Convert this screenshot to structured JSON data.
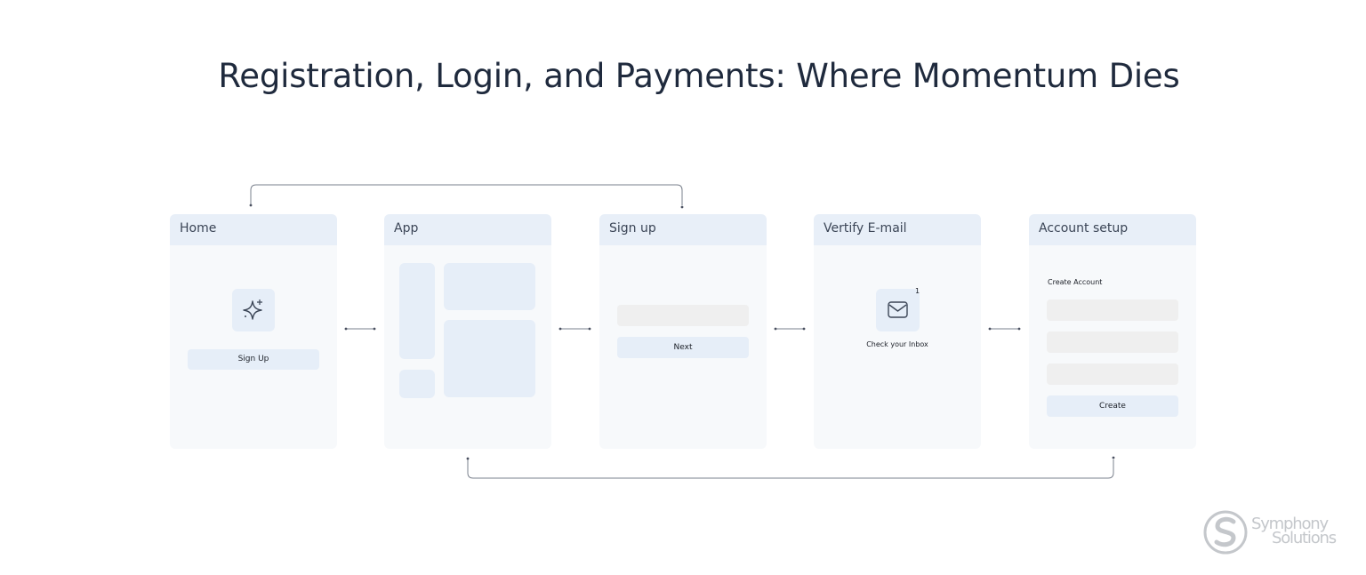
{
  "title": "Registration, Login, and Payments: Where Momentum Dies",
  "screens": [
    {
      "header": "Home",
      "button": "Sign Up",
      "icon": "sparkle-icon"
    },
    {
      "header": "App"
    },
    {
      "header": "Sign up",
      "button": "Next"
    },
    {
      "header": "Vertify E-mail",
      "icon": "mail-icon",
      "badge": "1",
      "caption": "Check your Inbox"
    },
    {
      "header": "Account setup",
      "label": "Create Account",
      "button": "Create"
    }
  ],
  "logo": {
    "line1": "Symphony",
    "line2": "Solutions"
  },
  "colors": {
    "title": "#1f2a3d",
    "header_bg": "#e8eff8",
    "card_bg": "#f7f9fb",
    "block": "#e6eef8",
    "field": "#efefef",
    "connector": "#4a5060"
  }
}
